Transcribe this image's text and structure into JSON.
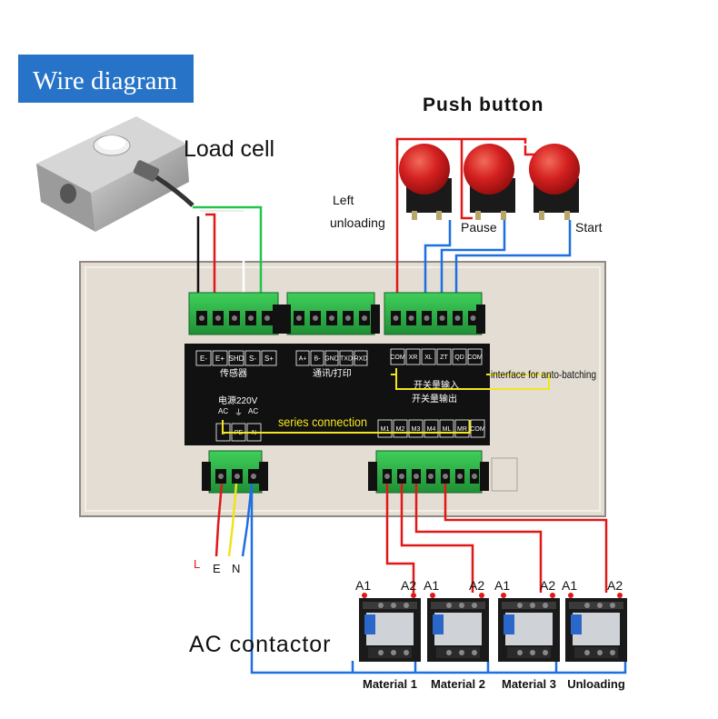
{
  "header": {
    "title": "Wire diagram"
  },
  "labels": {
    "load_cell": "Load cell",
    "push_button": "Push button",
    "left_unloading_1": "Left",
    "left_unloading_2": "unloading",
    "pause": "Pause",
    "start": "Start",
    "ac_contactor": "AC contactor",
    "power_L": "L",
    "power_E": "E",
    "power_N": "N"
  },
  "panel": {
    "sensor_terminals": [
      "E-",
      "E+",
      "SHD",
      "S-",
      "S+"
    ],
    "sensor_caption": "传感器",
    "comm_terminals": [
      "A+",
      "B-",
      "GND",
      "TXD",
      "RXD"
    ],
    "comm_caption": "通讯/打印",
    "input_terminals": [
      "COM",
      "XR",
      "XL",
      "ZT",
      "QD",
      "COM"
    ],
    "input_caption": "开关量输入",
    "interface_note": "interface for anto-batching",
    "power_caption": "电源220V",
    "power_sub": [
      "AC",
      "⏚",
      "AC"
    ],
    "power_terminals": [
      "L",
      "PE",
      "N"
    ],
    "series_note": "series connection",
    "output_caption": "开关量输出",
    "output_terminals": [
      "M1",
      "M2",
      "M3",
      "M4",
      "ML",
      "MR",
      "COM"
    ]
  },
  "contactors": [
    {
      "a1": "A1",
      "a2": "A2",
      "name": "Material 1"
    },
    {
      "a1": "A1",
      "a2": "A2",
      "name": "Material 2"
    },
    {
      "a1": "A1",
      "a2": "A2",
      "name": "Material 3"
    },
    {
      "a1": "A1",
      "a2": "A2",
      "name": "Unloading"
    }
  ],
  "colors": {
    "title_bg": "#2673c8",
    "panel_bg": "#e3ddd3",
    "label_bg": "#111111",
    "terminal_green": "#2fb24a",
    "wire_red": "#e01818",
    "wire_blue": "#1e6fe0",
    "wire_yellow": "#f2e21b",
    "wire_green": "#22c44a",
    "note_yellow": "#f4e51c"
  }
}
